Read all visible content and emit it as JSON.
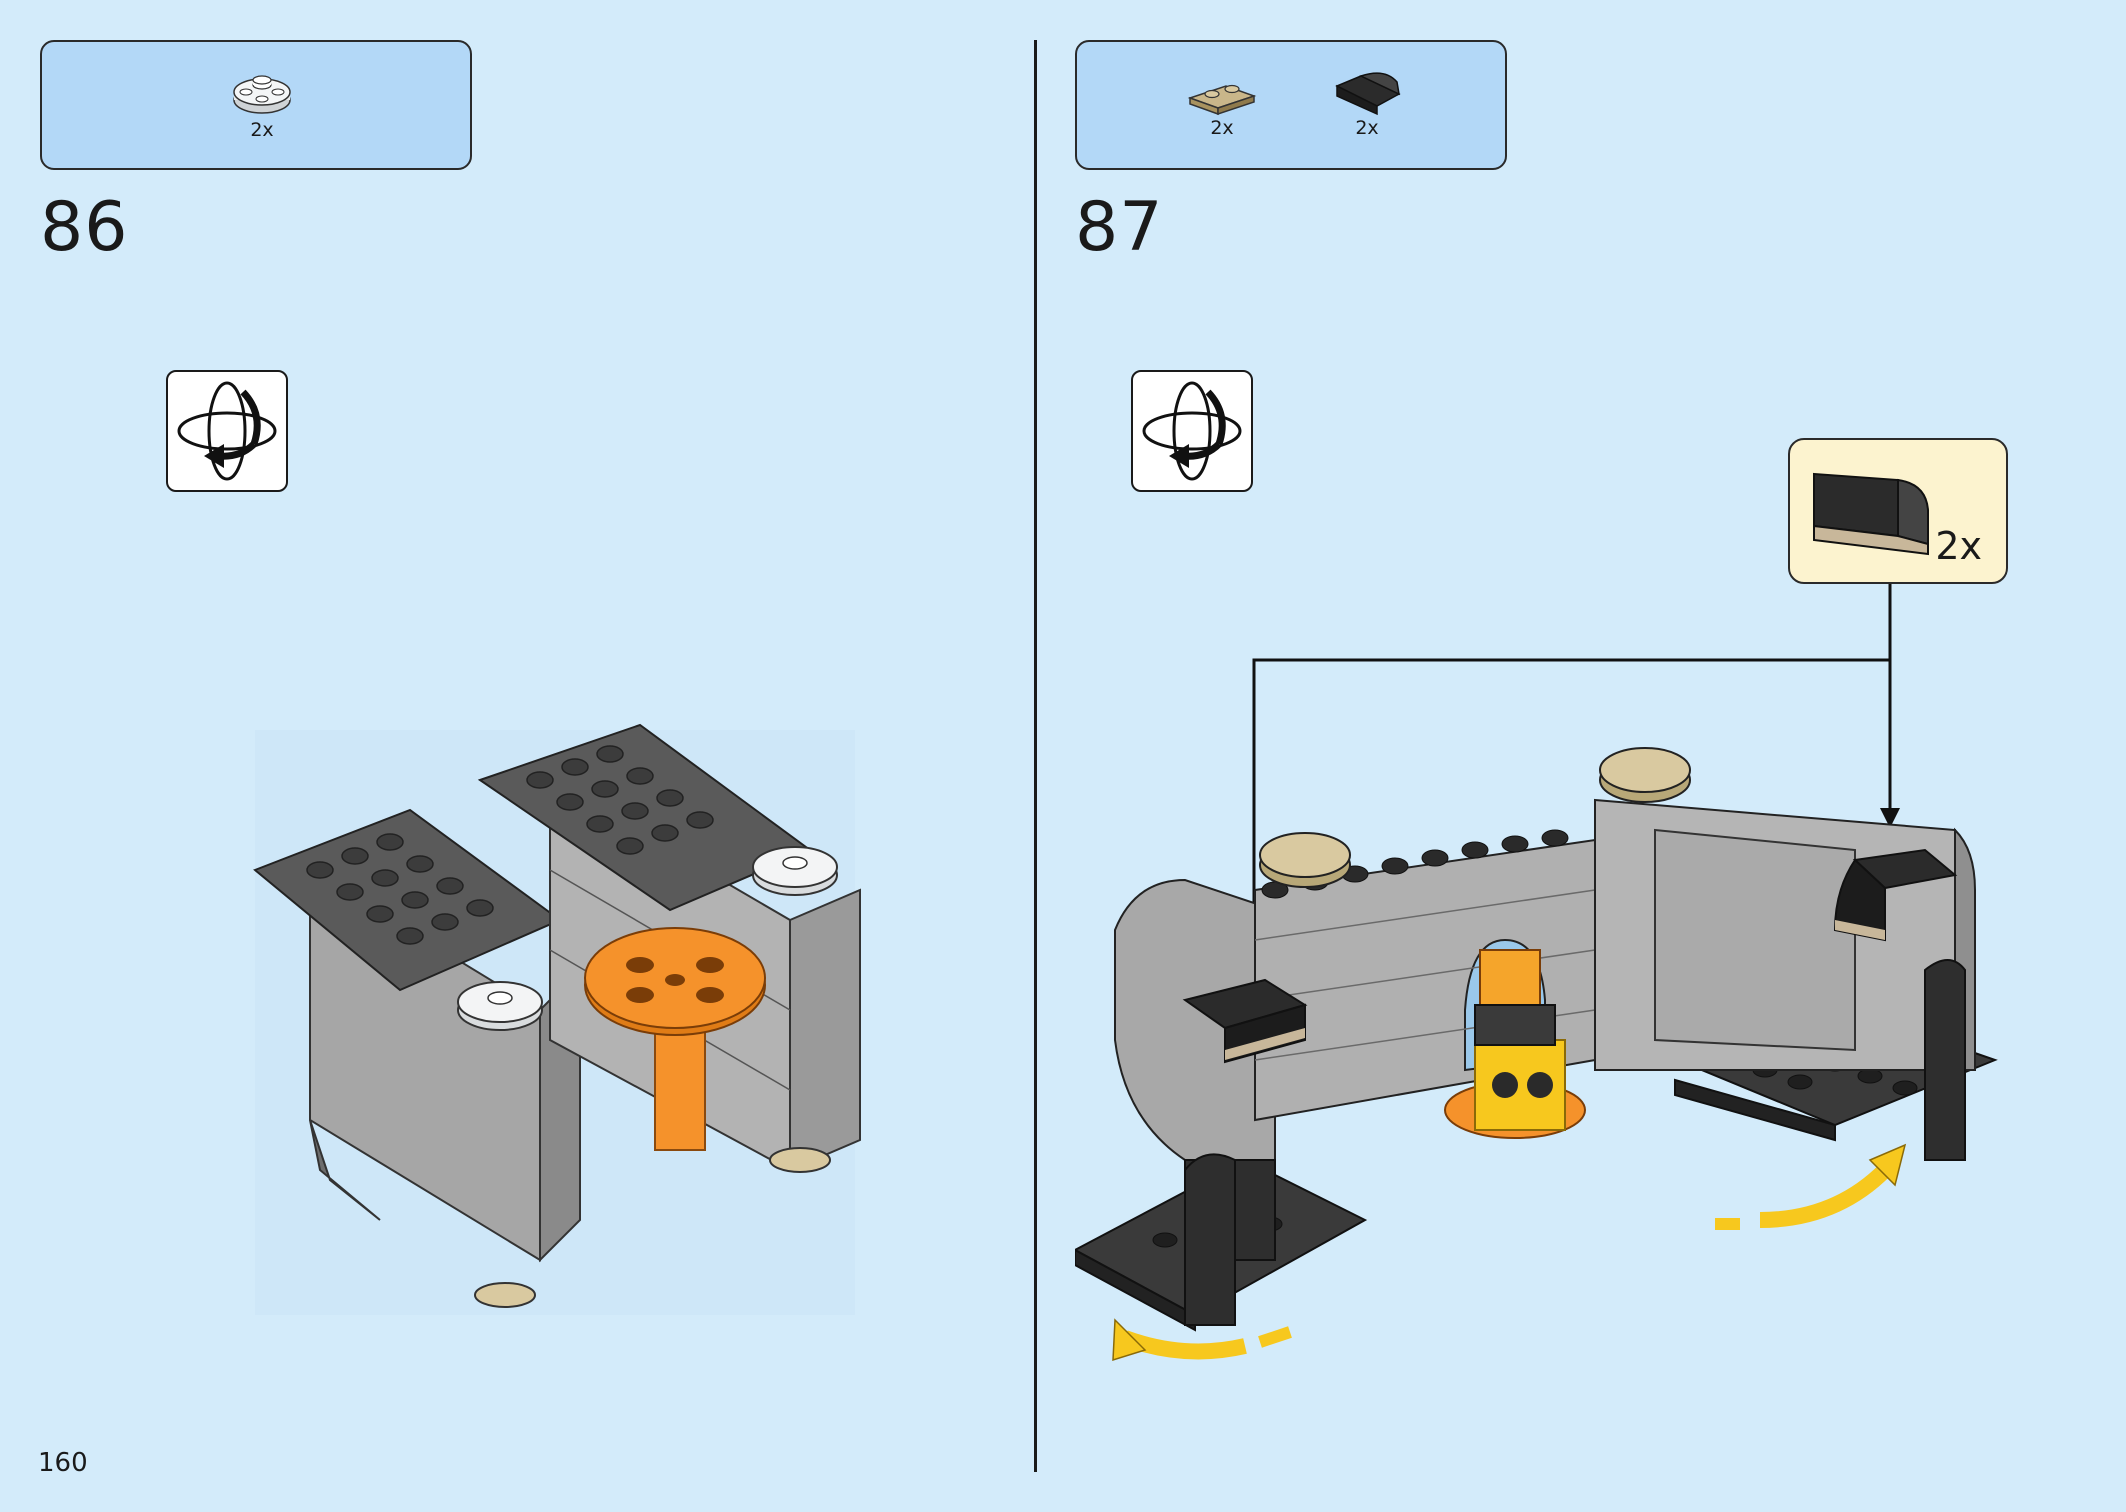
{
  "page": {
    "number": "160"
  },
  "steps": [
    {
      "number": "86",
      "parts": [
        {
          "name": "white-round-plate-icon",
          "qty": "2x"
        }
      ],
      "rotate_icon": "rotate-model-icon"
    },
    {
      "number": "87",
      "parts": [
        {
          "name": "tan-plate-1x2-icon",
          "qty": "2x"
        },
        {
          "name": "black-curved-slope-icon",
          "qty": "2x"
        }
      ],
      "rotate_icon": "rotate-model-icon",
      "callout": {
        "part": "black-curved-slope-icon",
        "qty": "2x"
      }
    }
  ],
  "colors": {
    "background": "#d3ebfa",
    "parts_box": "#b3d8f7",
    "callout": "#fcf3cf",
    "brick_gray": "#a0a0a0",
    "dark_gray": "#595959",
    "orange": "#f5922b",
    "yellow": "#f7c81e",
    "tan": "#d9c9a0"
  }
}
